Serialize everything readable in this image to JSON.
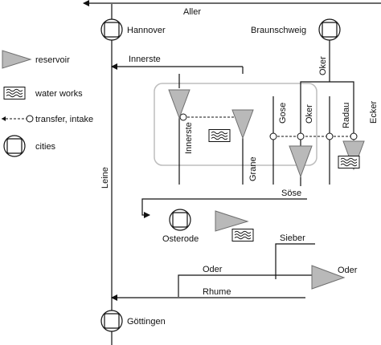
{
  "rivers": {
    "aller": "Aller",
    "innerste": "Innerste",
    "oker": "Oker",
    "gose": "Gose",
    "radau": "Radau",
    "ecker": "Ecker",
    "innerste_vertical": "Innerste",
    "grane": "Grane",
    "leine": "Leine",
    "soese": "Söse",
    "sieber": "Sieber",
    "oder_left": "Oder",
    "oder_right": "Oder",
    "rhume": "Rhume"
  },
  "cities": {
    "hannover": "Hannover",
    "braunschweig": "Braunschweig",
    "osterode": "Osterode",
    "goettingen": "Göttingen"
  },
  "legend": {
    "reservoir": "reservoir",
    "water_works": "water works",
    "transfer_intake": "transfer, intake",
    "cities": "cities"
  },
  "colors": {
    "reservoir_fill": "#b9b9b9",
    "reservoir_stroke": "#6e6e6e",
    "harz_box": "#bdbdbd",
    "line": "#111111"
  }
}
